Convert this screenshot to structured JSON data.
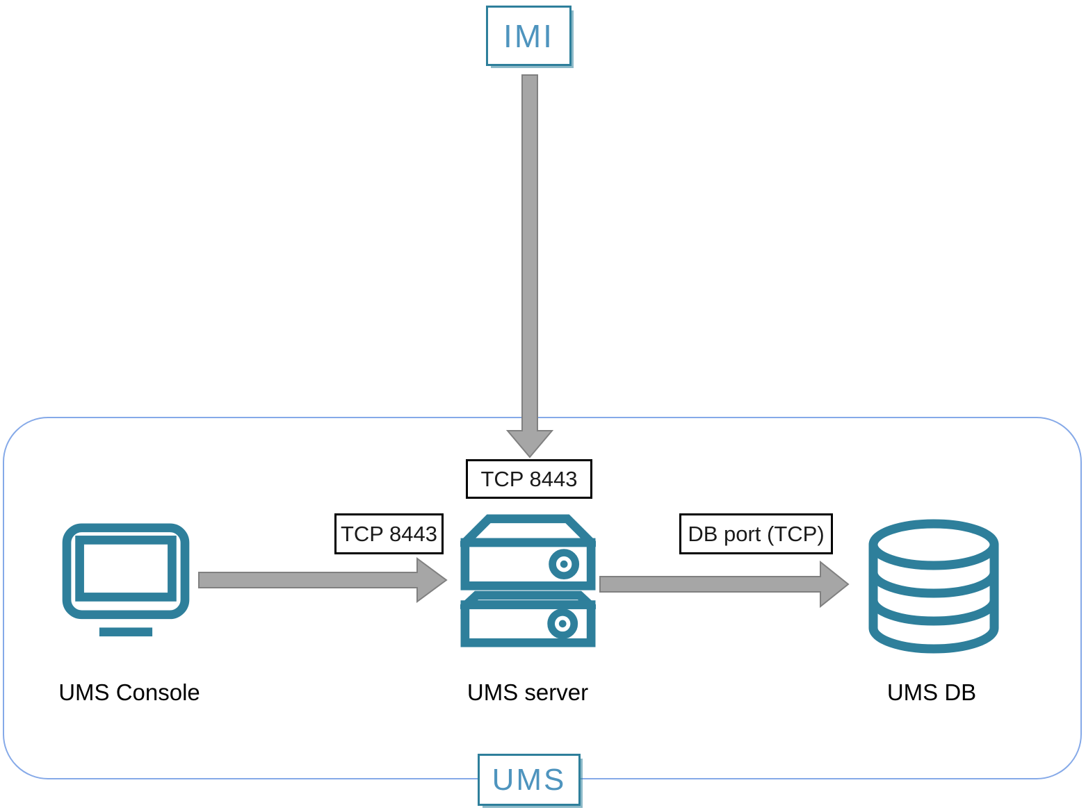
{
  "diagram": {
    "imi_label": "IMI",
    "zone_label": "UMS",
    "nodes": {
      "console": {
        "label": "UMS Console",
        "icon": "monitor-icon"
      },
      "server": {
        "label": "UMS server",
        "icon": "server-icon"
      },
      "db": {
        "label": "UMS DB",
        "icon": "database-icon"
      }
    },
    "connections": {
      "imi_to_server": {
        "label": "TCP 8443",
        "direction": "down"
      },
      "console_to_server": {
        "label": "TCP 8443",
        "direction": "right"
      },
      "server_to_db": {
        "label": "DB port (TCP)",
        "direction": "right"
      }
    },
    "colors": {
      "icon_teal": "#2E7F9B",
      "sketch_text_blue": "#4E94BE",
      "zone_border_blue": "#85A9E8",
      "arrow_fill_gray": "#A6A6A6",
      "arrow_outline_gray": "#808080",
      "port_label_border": "#000000",
      "text_black": "#000000"
    }
  }
}
